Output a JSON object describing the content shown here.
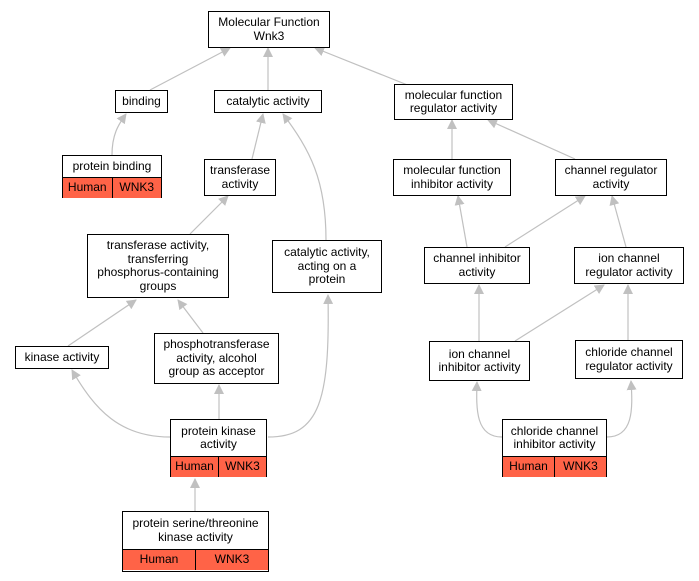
{
  "nodes": {
    "mf": {
      "label": "Molecular Function Wnk3"
    },
    "binding": {
      "label": "binding"
    },
    "catalytic": {
      "label": "catalytic activity"
    },
    "mfreg": {
      "label": "molecular function regulator activity"
    },
    "protbind": {
      "label": "protein binding",
      "species": "Human",
      "gene": "WNK3"
    },
    "transf": {
      "label": "transferase activity"
    },
    "mfinhib": {
      "label": "molecular function inhibitor activity"
    },
    "chanreg": {
      "label": "channel regulator activity"
    },
    "transphos": {
      "label": "transferase activity, transferring phosphorus-containing groups"
    },
    "catprot": {
      "label": "catalytic activity, acting on a protein"
    },
    "chaninhib": {
      "label": "channel inhibitor activity"
    },
    "ionreg": {
      "label": "ion channel regulator activity"
    },
    "kinase": {
      "label": "kinase activity"
    },
    "phosalc": {
      "label": "phosphotransferase activity, alcohol group as acceptor"
    },
    "ioninhib": {
      "label": "ion channel inhibitor activity"
    },
    "chlreg": {
      "label": "chloride channel regulator activity"
    },
    "protkin": {
      "label": "protein kinase activity",
      "species": "Human",
      "gene": "WNK3"
    },
    "chlinhib": {
      "label": "chloride channel inhibitor activity",
      "species": "Human",
      "gene": "WNK3"
    },
    "sertkin": {
      "label": "protein serine/threonine kinase activity",
      "species": "Human",
      "gene": "WNK3"
    }
  },
  "colors": {
    "annotation": "#ff6347",
    "edge": "#c0c0c0"
  }
}
